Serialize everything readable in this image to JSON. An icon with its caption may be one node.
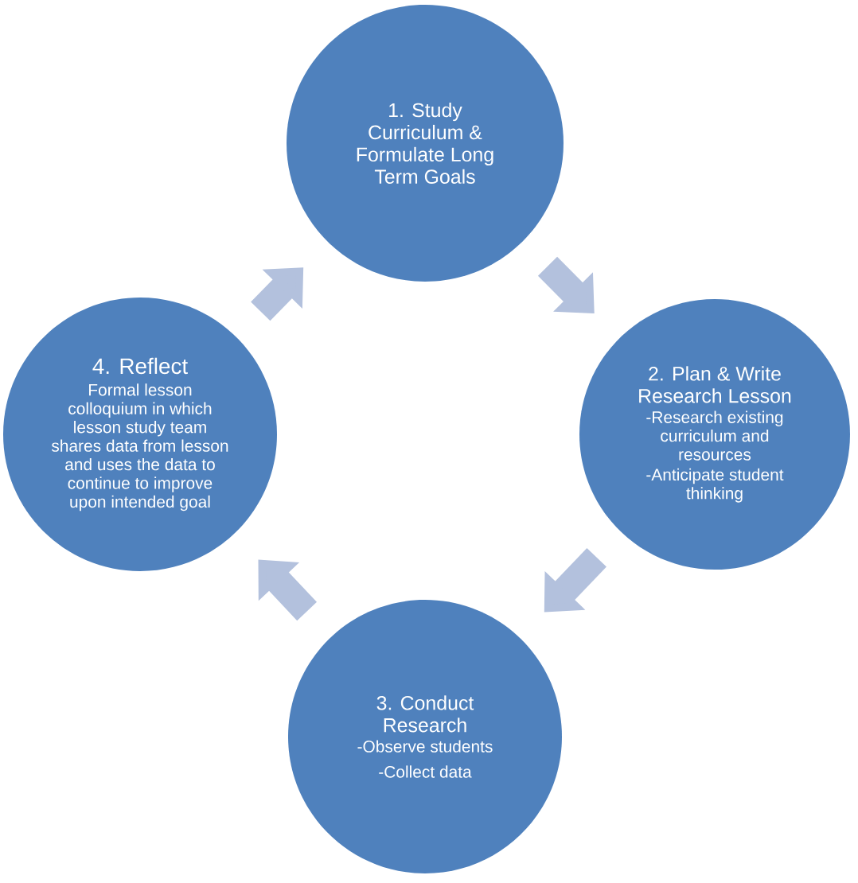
{
  "diagram": {
    "nodes": [
      {
        "text": [
          "1. Study Curriculum & Formulate Long Term Goals"
        ]
      },
      {
        "text": [
          "2. Plan & Write Research Lesson",
          "-Research existing curriculum and resources",
          "-Anticipate student thinking"
        ]
      },
      {
        "text": [
          "3. Conduct Research",
          "-Observe students",
          "-Collect data"
        ]
      },
      {
        "text": [
          "4. Reflect",
          "Formal lesson colloquium in which lesson study team shares data from lesson and uses the data to continue to improve upon intended goal"
        ]
      }
    ],
    "edges": [
      {
        "from": 0,
        "to": 1,
        "arrow": "to"
      },
      {
        "from": 1,
        "to": 2,
        "arrow": "to"
      },
      {
        "from": 2,
        "to": 3,
        "arrow": "to"
      },
      {
        "from": 3,
        "to": 0,
        "arrow": "to"
      }
    ]
  }
}
